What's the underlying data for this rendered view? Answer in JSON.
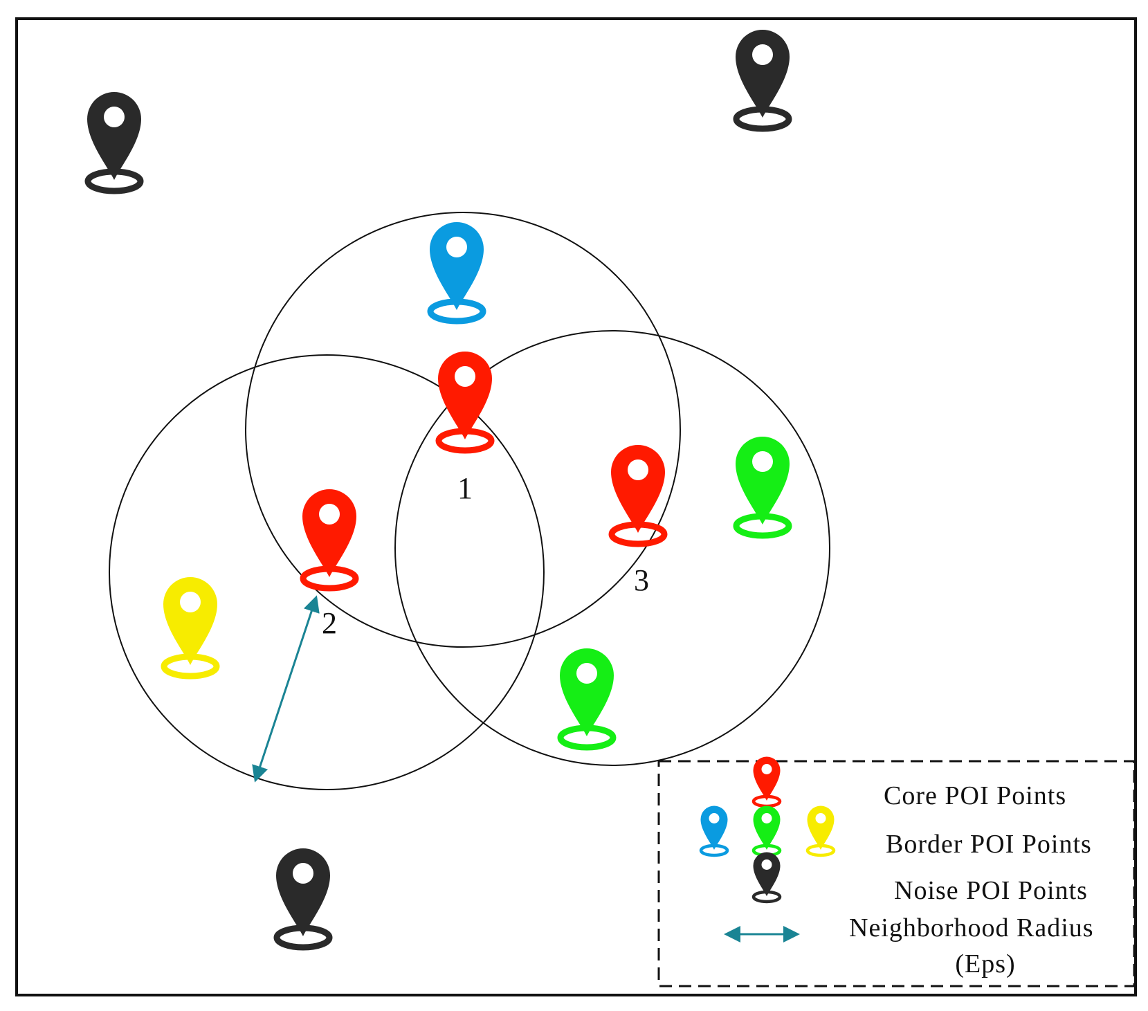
{
  "colors": {
    "core": "#ff1a00",
    "border_blue": "#0a9be0",
    "border_green": "#15ee15",
    "border_yellow": "#f7ec00",
    "noise": "#2a2a2a",
    "radius_arrow": "#1a8494"
  },
  "icons": {
    "poi": "map-pin-icon",
    "radius": "double-arrow-icon"
  },
  "point_labels": {
    "p1": "1",
    "p2": "2",
    "p3": "3"
  },
  "legend": {
    "core": "Core POI Points",
    "border": "Border POI Points",
    "noise": "Noise POI Points",
    "radius_line1": "Neighborhood Radius",
    "radius_line2": "(Eps)"
  }
}
